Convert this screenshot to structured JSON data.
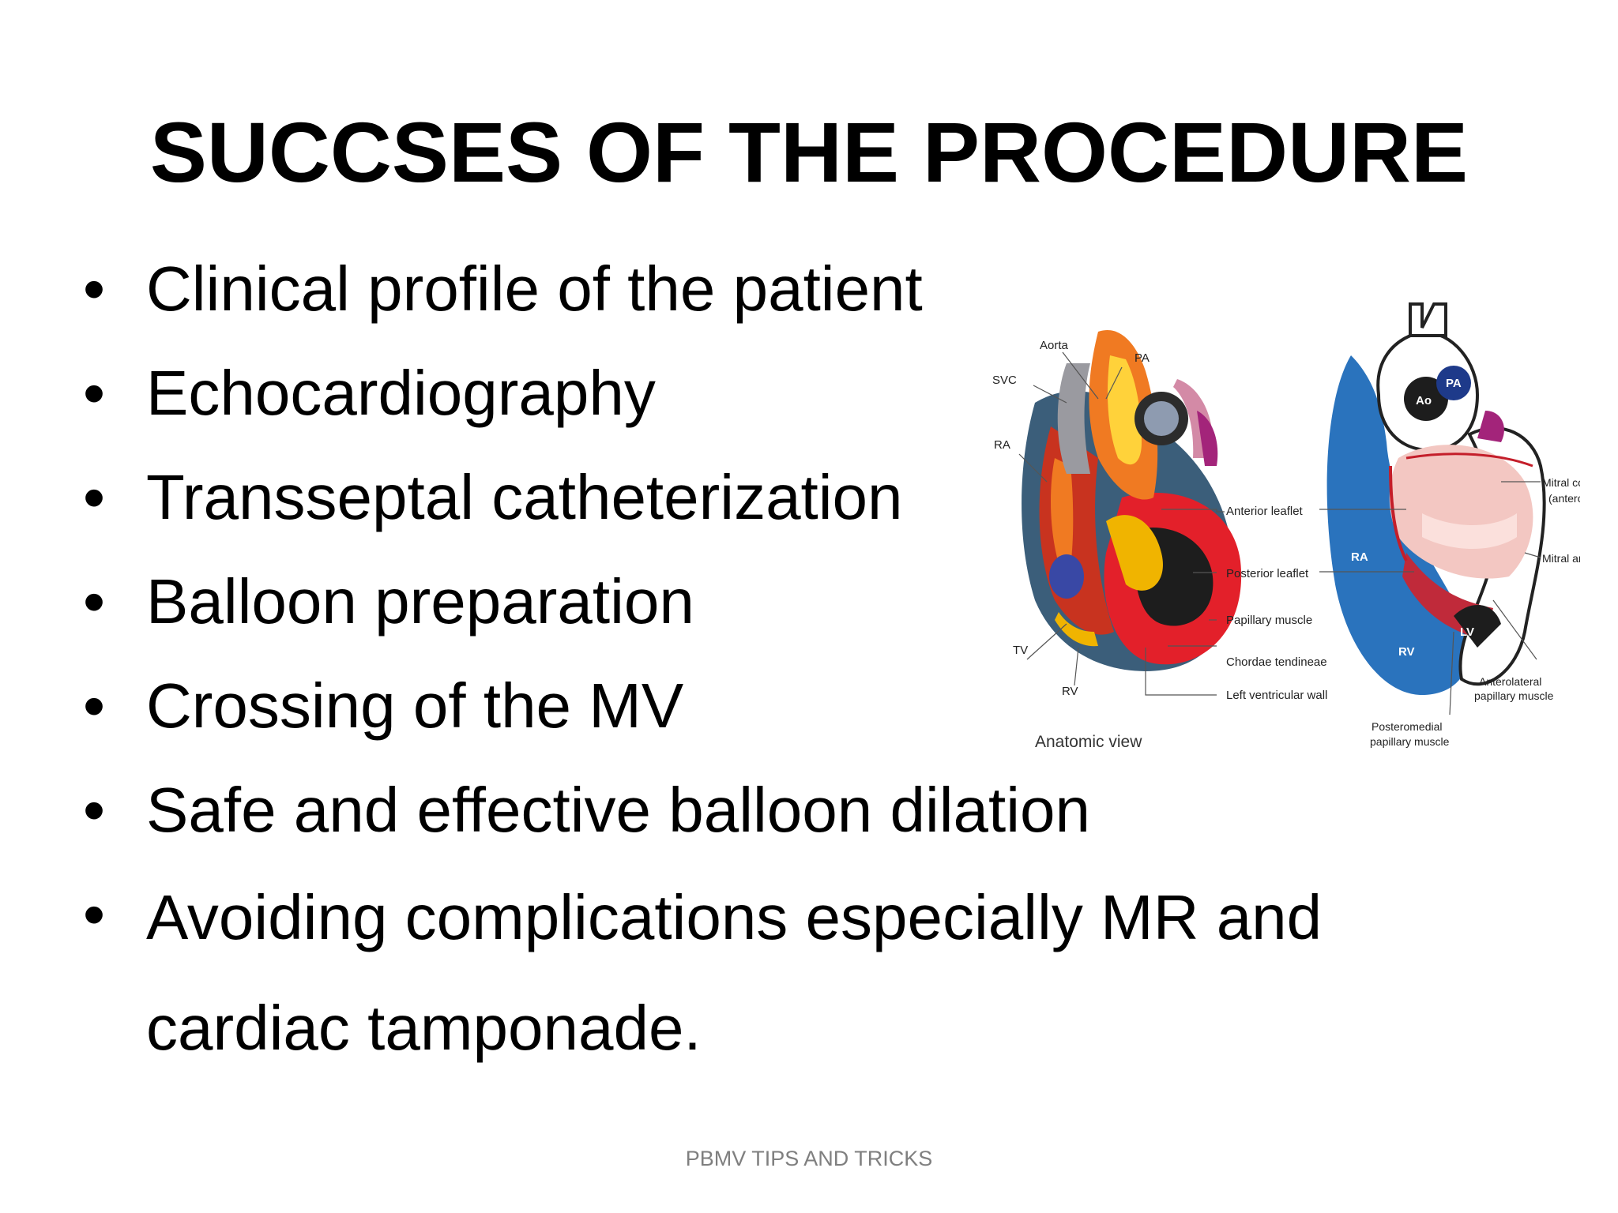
{
  "slide": {
    "title": "SUCCSES OF THE PROCEDURE",
    "bullet_glyph": "•",
    "bullets": [
      "Clinical profile of the patient",
      "Echocardiography",
      "Transseptal catheterization",
      "Balloon preparation",
      "Crossing of the MV",
      "Safe and effective balloon dilation",
      "Avoiding complications especially MR and cardiac tamponade."
    ],
    "footer": "PBMV TIPS AND TRICKS"
  },
  "figure": {
    "left_labels": {
      "aorta": "Aorta",
      "pa": "PA",
      "svc": "SVC",
      "ra": "RA",
      "tv": "TV",
      "rv": "RV",
      "caption": "Anatomic view"
    },
    "middle_labels": [
      "Anterior leaflet",
      "Posterior leaflet",
      "Papillary muscle",
      "Chordae tendineae",
      "Left ventricular wall"
    ],
    "right_labels": {
      "ao": "Ao",
      "pa": "PA",
      "ra": "RA",
      "rv": "RV",
      "lv": "LV",
      "mitral_commissure": "Mitral commissure",
      "mitral_commissure_sub": "(anterolateral)",
      "mitral_annulus": "Mitral annulus",
      "anterolateral": "Anterolateral",
      "anterolateral_sub": "papillary muscle",
      "posteromedial": "Posteromedial",
      "posteromedial_sub": "papillary muscle"
    }
  }
}
